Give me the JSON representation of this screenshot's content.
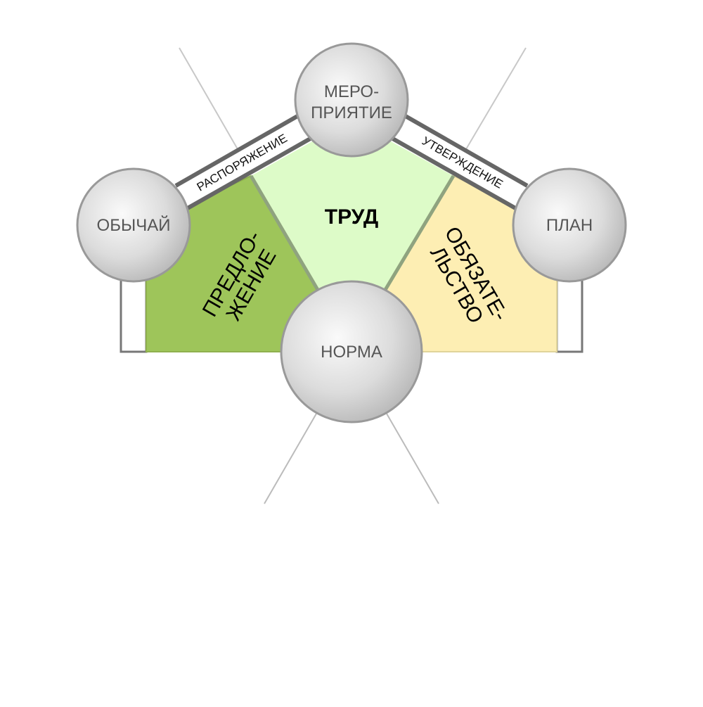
{
  "nodes": {
    "top": [
      "МЕРО-",
      "ПРИЯТИЕ"
    ],
    "left": "ОБЫЧАЙ",
    "right": "ПЛАН",
    "bottom": "НОРМА"
  },
  "bands": {
    "left": "РАСПОРЯЖЕНИЕ",
    "right": "УТВЕРЖДЕНИЕ"
  },
  "regions": {
    "center": "ТРУД",
    "left": [
      "ПРЕДЛО-",
      "ЖЕНИЕ"
    ],
    "right": [
      "ОБЯЗАТЕ-",
      "ЛЬСТВО"
    ]
  },
  "colors": {
    "left_region": "#9ec55a",
    "center_region": "#ddfbc8",
    "right_region": "#fdeeb3",
    "band_stroke": "#666666",
    "node_edge": "#999999"
  }
}
